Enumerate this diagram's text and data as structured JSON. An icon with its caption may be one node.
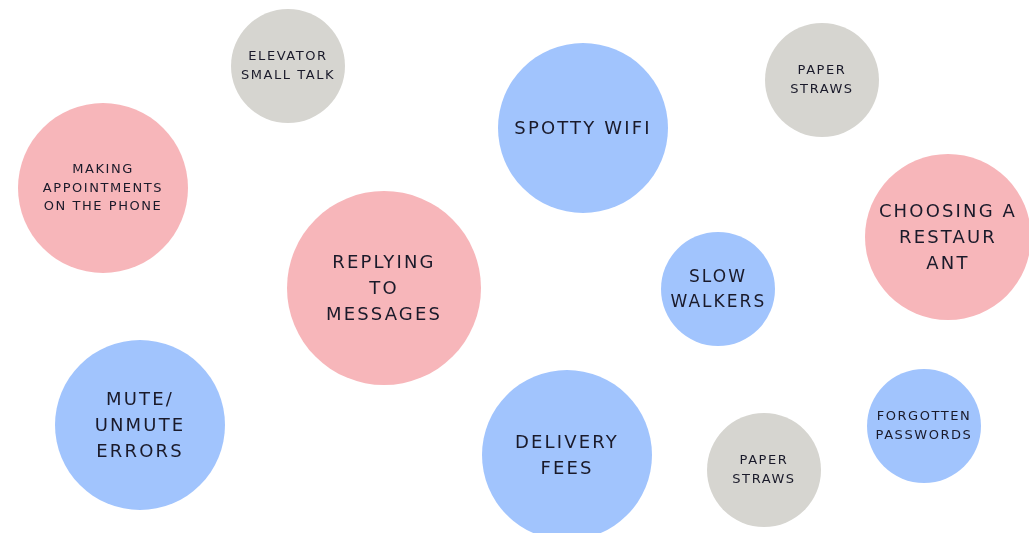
{
  "diagram": {
    "nodes": [
      {
        "text": [
          "ELEVATOR SMALL TALK"
        ]
      },
      {
        "text": [
          "PAPER STRAWS"
        ]
      },
      {
        "text": [
          "SPOTTY WIFI"
        ]
      },
      {
        "text": [
          "MAKING APPOINTMENTS ON THE PHONE"
        ]
      },
      {
        "text": [
          "CHOOSING A RESTAUR ANT"
        ]
      },
      {
        "text": [
          "REPLYING TO MESSAGES"
        ]
      },
      {
        "text": [
          "SLOW WALKERS"
        ]
      },
      {
        "text": [
          "MUTE/ UNMUTE ERRORS"
        ]
      },
      {
        "text": [
          "FORGOTTEN PASSWORDS"
        ]
      },
      {
        "text": [
          "DELIVERY FEES"
        ]
      },
      {
        "text": [
          "PAPER STRAWS"
        ]
      }
    ]
  }
}
